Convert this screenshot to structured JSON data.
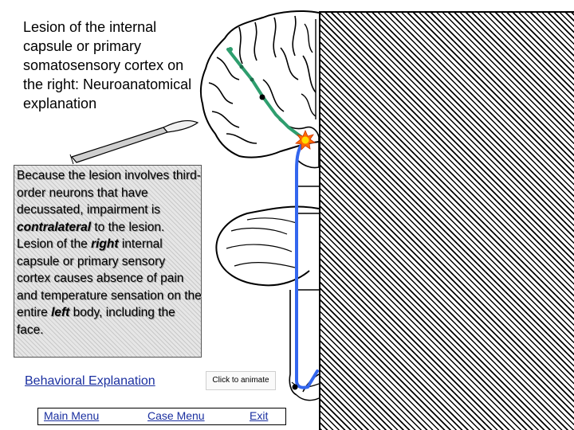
{
  "title": "Lesion of the internal capsule or primary somatosensory cortex on the right: Neuroanatomical explanation",
  "explanation": {
    "p1": "Because the lesion involves third-order neurons that have decussated, impairment is ",
    "contralateral": "contralateral",
    "p2": " to the lesion. Lesion of the ",
    "right": "right",
    "p3": " internal capsule or primary sensory cortex causes absence of pain and temperature sensation on the entire ",
    "left": "left",
    "p4": " body, including the face."
  },
  "links": {
    "behavioral": "Behavioral Explanation",
    "animate": "Click to animate"
  },
  "menu": {
    "main": "Main Menu",
    "case": "Case Menu",
    "exit": "Exit"
  },
  "colors": {
    "third_order_pathway": "#2e9e6e",
    "ascending_pathway": "#3366ee",
    "lesion_marker": "#ffdd00"
  }
}
